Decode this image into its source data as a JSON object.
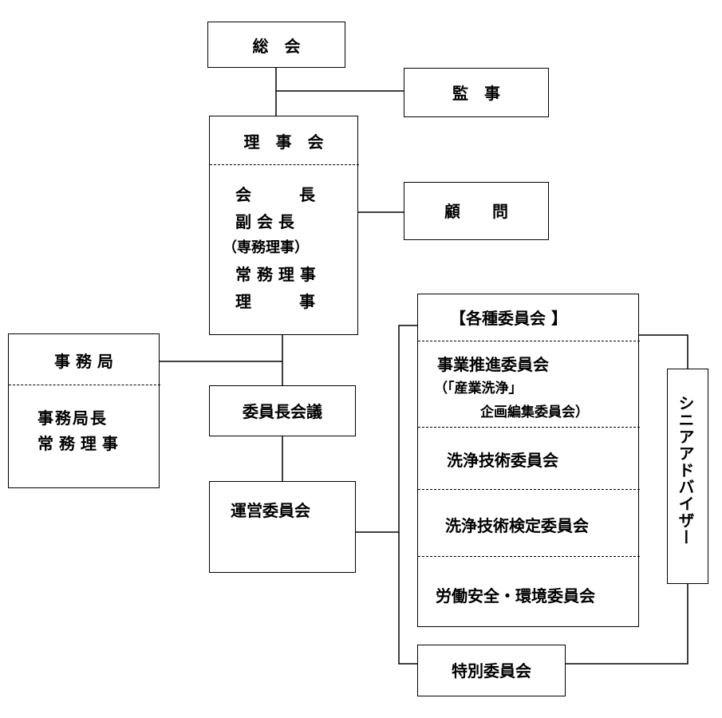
{
  "nodes": {
    "soukai": "総　会",
    "kanji": "監　事",
    "rijikai": "理　事　会",
    "rijikai_members": [
      "会　　　長",
      "副 会 長",
      "（専務理事）",
      "常 務 理 事",
      "理　　　事"
    ],
    "komon": "顧　　問",
    "jimukyoku": "事 務 局",
    "jimukyoku_members": [
      "事務局長",
      "常 務 理 事"
    ],
    "iinchou_kaigi": "委員長会議",
    "unei_iinkai": "運営委員会",
    "kakushu_header": "【各種委員会 】",
    "committees": {
      "c1_line1": "事業推進委員会",
      "c1_line2": "（「産業洗浄」",
      "c1_line3": "企画編集委員会）",
      "c2": "洗浄技術委員会",
      "c3": "洗浄技術検定委員会",
      "c4": "労働安全・環境委員会"
    },
    "tokubetsu": "特別委員会",
    "senior_advisor": "シニアアドバイザー"
  }
}
